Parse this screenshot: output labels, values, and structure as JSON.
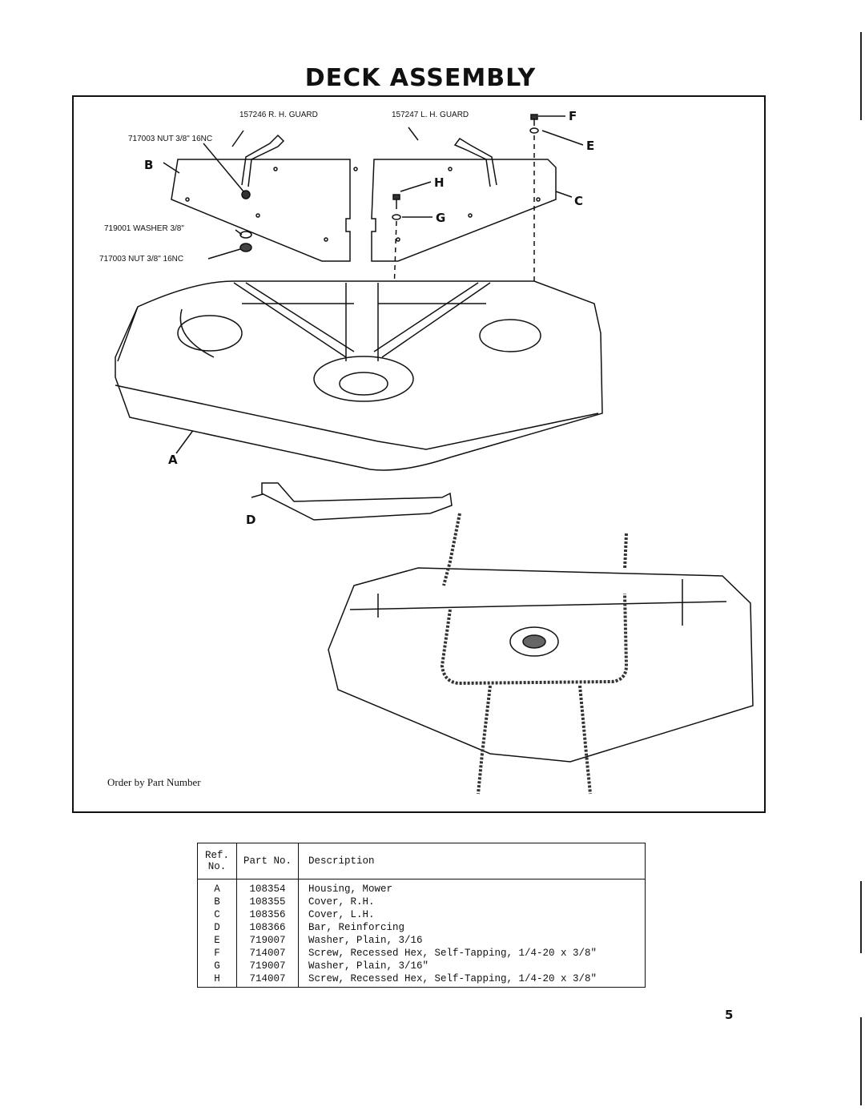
{
  "title": "DECK ASSEMBLY",
  "diagram": {
    "callouts": {
      "rh_guard": "157246 R. H. GUARD",
      "lh_guard": "157247 L. H. GUARD",
      "nut_top": "717003 NUT 3/8\" 16NC",
      "washer": "719001 WASHER 3/8\"",
      "nut_bottom": "717003 NUT 3/8\" 16NC"
    },
    "refs": [
      "A",
      "B",
      "C",
      "D",
      "E",
      "F",
      "G",
      "H"
    ],
    "note": "Order by Part Number"
  },
  "table": {
    "headers": {
      "ref": "Ref. No.",
      "part": "Part No.",
      "desc": "Description"
    },
    "rows": [
      {
        "ref": "A",
        "part": "108354",
        "desc": "Housing, Mower"
      },
      {
        "ref": "B",
        "part": "108355",
        "desc": "Cover, R.H."
      },
      {
        "ref": "C",
        "part": "108356",
        "desc": "Cover, L.H."
      },
      {
        "ref": "D",
        "part": "108366",
        "desc": "Bar, Reinforcing"
      },
      {
        "ref": "E",
        "part": "719007",
        "desc": "Washer, Plain, 3/16"
      },
      {
        "ref": "F",
        "part": "714007",
        "desc": "Screw, Recessed Hex, Self-Tapping, 1/4-20 x 3/8\""
      },
      {
        "ref": "G",
        "part": "719007",
        "desc": "Washer, Plain, 3/16\""
      },
      {
        "ref": "H",
        "part": "714007",
        "desc": "Screw, Recessed Hex, Self-Tapping, 1/4-20 x 3/8\""
      }
    ]
  },
  "page_number": "5"
}
